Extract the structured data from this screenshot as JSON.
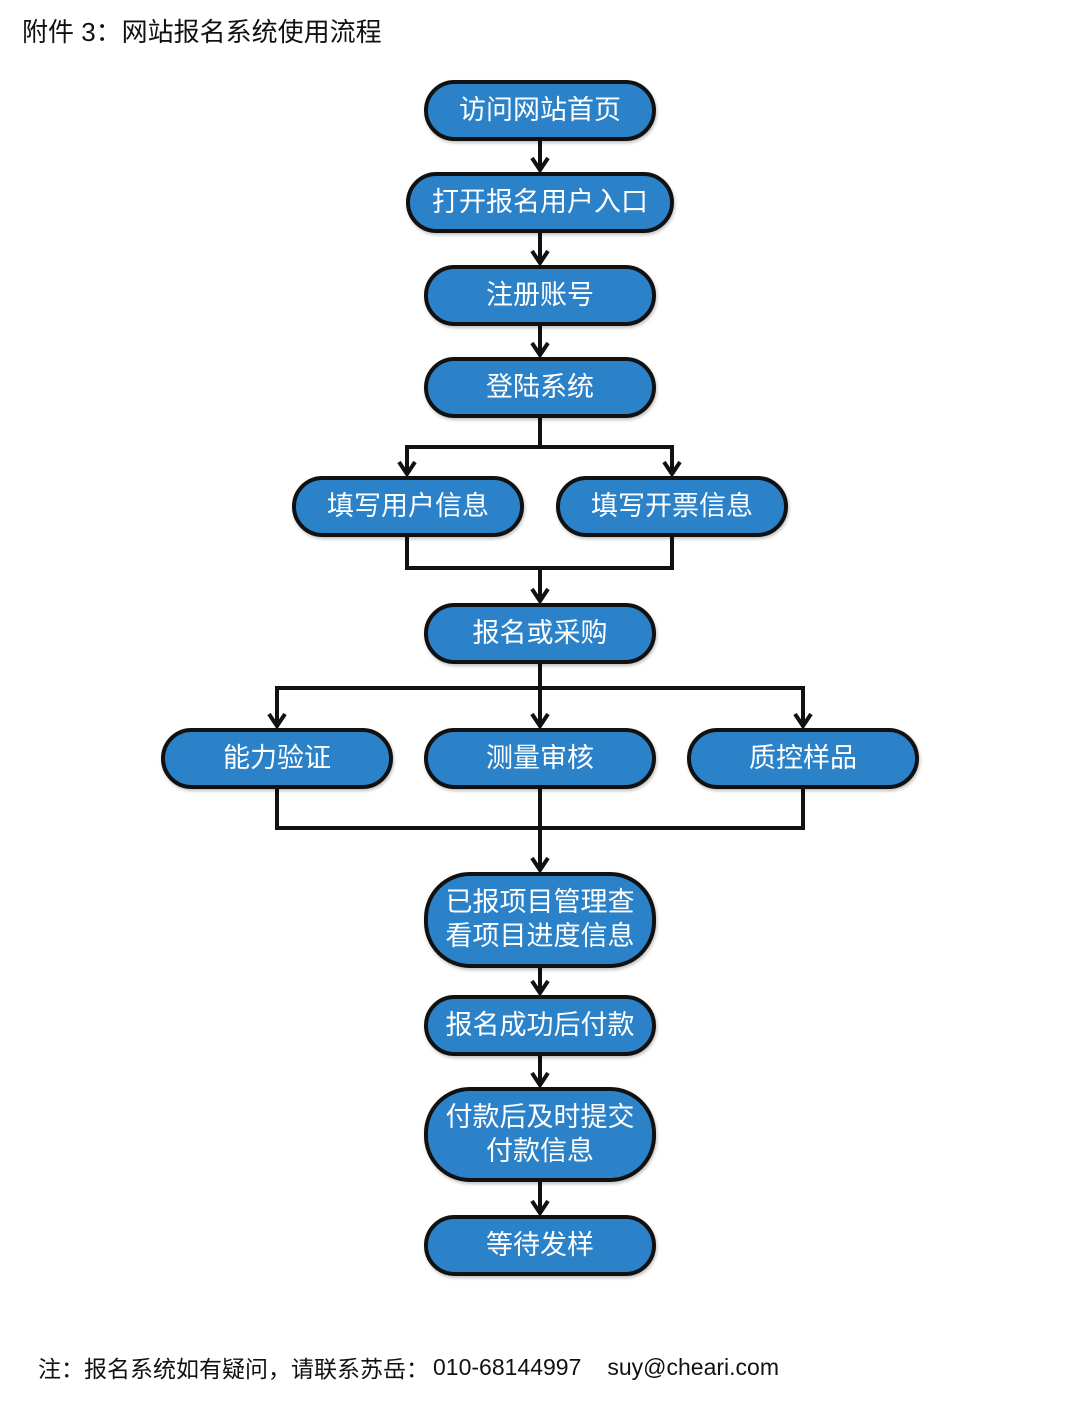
{
  "title": "附件 3：网站报名系统使用流程",
  "nodes": {
    "visit_homepage": "访问网站首页",
    "open_entry": "打开报名用户入口",
    "register_account": "注册账号",
    "login_system": "登陆系统",
    "fill_user_info": "填写用户信息",
    "fill_invoice_info": "填写开票信息",
    "enroll_or_purchase": "报名或采购",
    "proficiency_testing": "能力验证",
    "measurement_audit": "测量审核",
    "qc_samples": "质控样品",
    "project_management": [
      "已报项目管理查",
      "看项目进度信息"
    ],
    "pay_after_enroll": "报名成功后付款",
    "submit_payment_info": [
      "付款后及时提交",
      "付款信息"
    ],
    "await_shipment": "等待发样"
  },
  "colors": {
    "node_fill": "#2b82c8",
    "node_border": "#111111",
    "node_text": "#ffffff",
    "connector": "#111111"
  },
  "footer": {
    "note": "注：报名系统如有疑问，请联系苏岳：",
    "phone": "010-68144997",
    "email": "suy@cheari.com"
  }
}
